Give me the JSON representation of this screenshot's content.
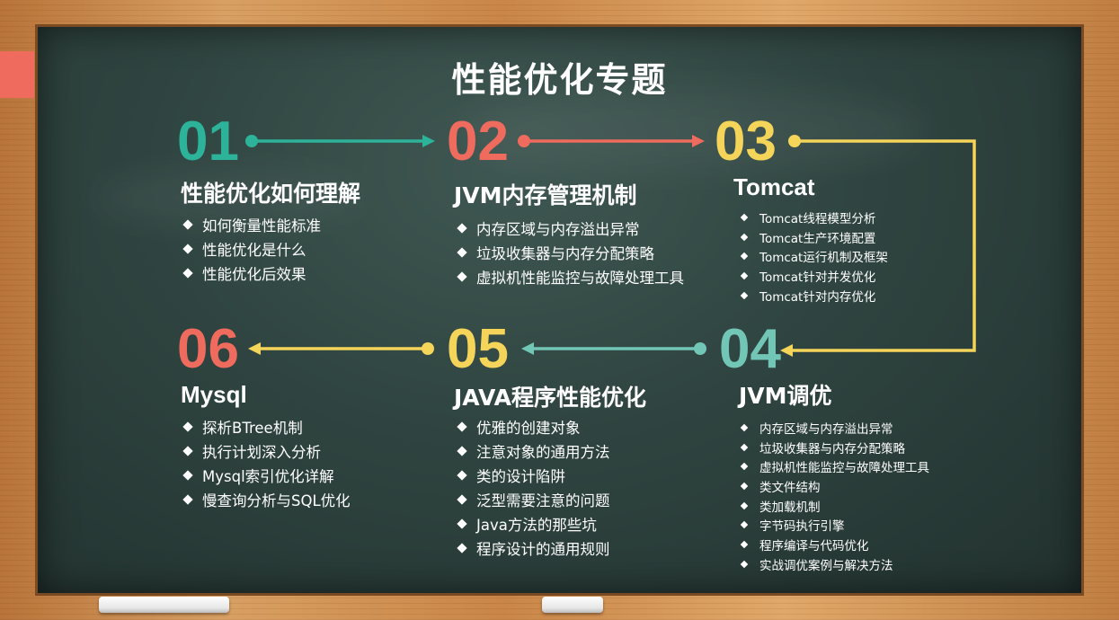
{
  "title": "性能优化专题",
  "colors": {
    "teal": "#2db39a",
    "coral": "#ee6b5e",
    "yellow": "#f5d45a",
    "board": "#2f4440",
    "frame": "#c98a4b"
  },
  "sections": [
    {
      "num": "01",
      "heading": "性能优化如何理解",
      "items": [
        "如何衡量性能标准",
        "性能优化是什么",
        "性能优化后效果"
      ]
    },
    {
      "num": "02",
      "heading": "JVM内存管理机制",
      "items": [
        "内存区域与内存溢出异常",
        "垃圾收集器与内存分配策略",
        "虚拟机性能监控与故障处理工具"
      ]
    },
    {
      "num": "03",
      "heading": "Tomcat",
      "items": [
        "Tomcat线程模型分析",
        "Tomcat生产环境配置",
        "Tomcat运行机制及框架",
        "Tomcat针对并发优化",
        "Tomcat针对内存优化"
      ]
    },
    {
      "num": "04",
      "heading": "JVM调优",
      "items": [
        "内存区域与内存溢出异常",
        "垃圾收集器与内存分配策略",
        "虚拟机性能监控与故障处理工具",
        "类文件结构",
        "类加载机制",
        "字节码执行引擎",
        "程序编译与代码优化",
        "实战调优案例与解决方法"
      ]
    },
    {
      "num": "05",
      "heading": "JAVA程序性能优化",
      "items": [
        "优雅的创建对象",
        "注意对象的通用方法",
        "类的设计陷阱",
        "泛型需要注意的问题",
        "Java方法的那些坑",
        "程序设计的通用规则"
      ]
    },
    {
      "num": "06",
      "heading": "Mysql",
      "items": [
        "探析BTree机制",
        "执行计划深入分析",
        "Mysql索引优化详解",
        "慢查询分析与SQL优化"
      ]
    }
  ]
}
